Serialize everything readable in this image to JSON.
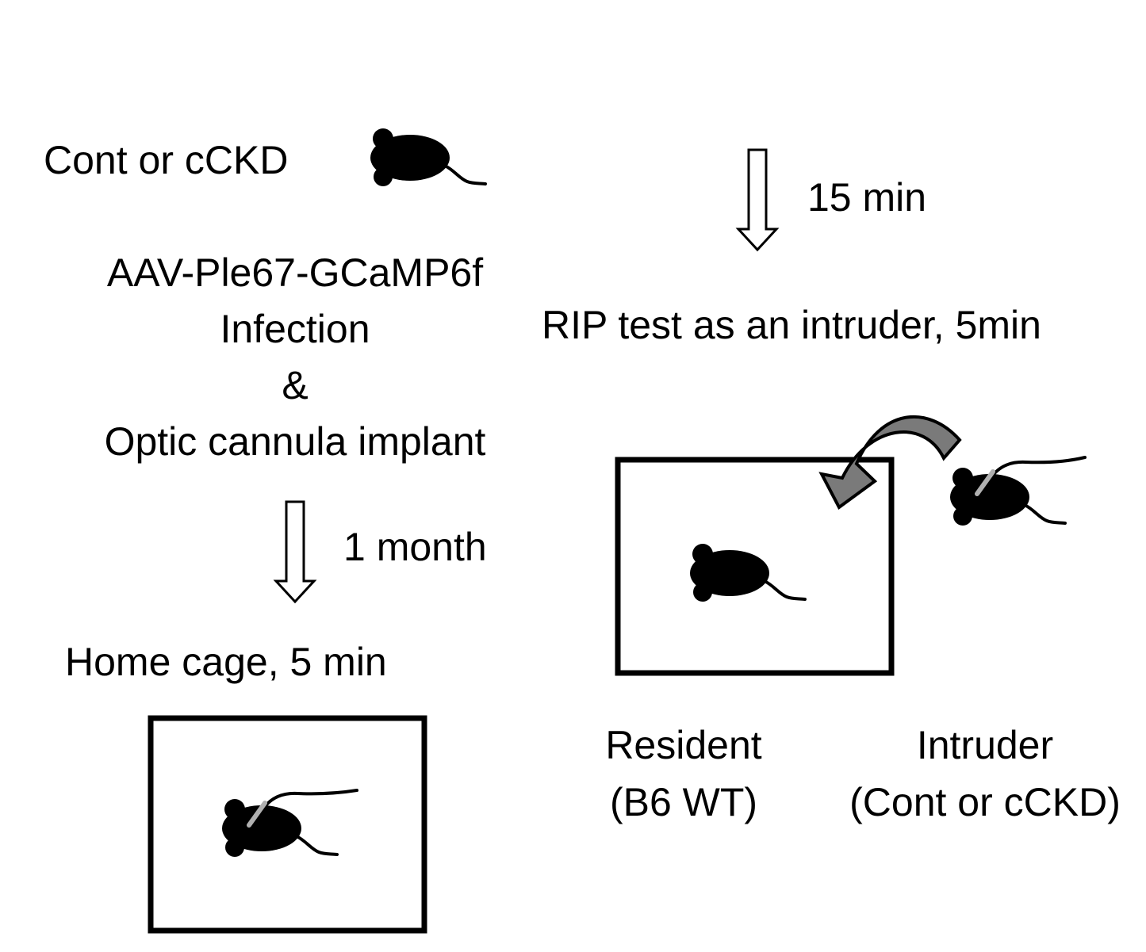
{
  "labels": {
    "group_label": "Cont or cCKD",
    "virus_line1": "AAV-Ple67-GCaMP6f",
    "virus_line2": "Infection",
    "virus_line3": "&",
    "virus_line4": "Optic cannula implant",
    "interval_1": "1 month",
    "home_cage": "Home cage, 5 min",
    "interval_2": "15 min",
    "rip_test": "RIP test as an intruder, 5min",
    "resident_line1": "Resident",
    "resident_line2": "(B6 WT)",
    "intruder_line1": "Intruder",
    "intruder_line2": "(Cont or cCKD)"
  },
  "colors": {
    "ink": "#000000",
    "background": "#ffffff",
    "transfer_arrow": "#7a7a7a",
    "cannula": "#b0b0b0"
  },
  "icons": {
    "mouse": "mouse-icon",
    "mouse_with_cannula": "mouse-with-optic-cannula-icon",
    "down_arrow": "hollow-down-arrow-icon",
    "transfer_arrow": "curved-transfer-arrow-icon"
  }
}
